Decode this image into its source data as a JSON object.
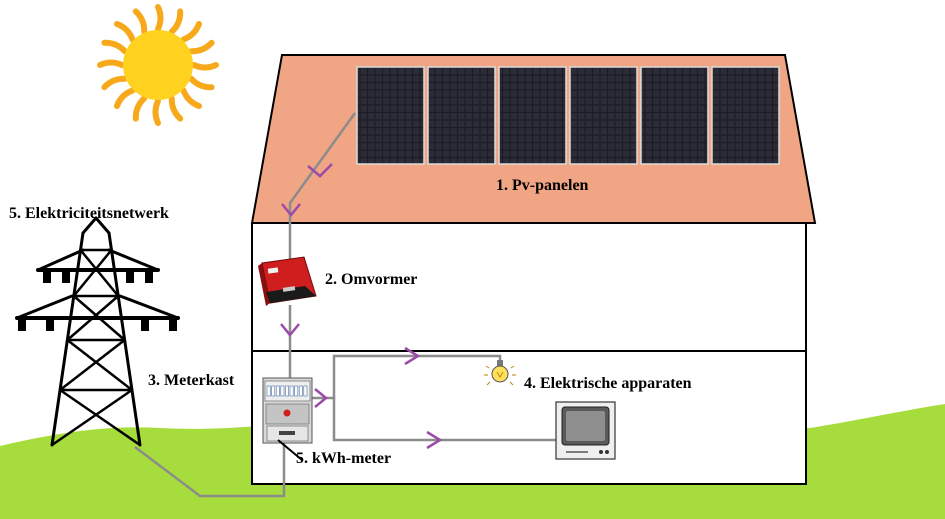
{
  "labels": {
    "pv_panels": "1. Pv-panelen",
    "inverter": "2. Omvormer",
    "meter_box": "3. Meterkast",
    "appliances": "4. Elektrische apparaten",
    "kwh_meter": "5. kWh-meter",
    "grid": "5. Elektriciteitsnetwerk"
  },
  "colors": {
    "sky": "#ffffff",
    "grass": "#a6dd3c",
    "roof": "#f0a585",
    "wall": "#ffffff",
    "outline": "#000000",
    "cable": "#8c8c8c",
    "arrow": "#9b4ba8",
    "sun": "#ffd21f",
    "sun_rays": "#f7a91b",
    "panel": "#1c1c24",
    "inverter": "#d01d1d",
    "bulb": "#ffe05a"
  },
  "icons": [
    "sun-icon",
    "solar-panel-icon",
    "inverter-icon",
    "meter-box-icon",
    "light-bulb-icon",
    "television-icon",
    "power-pylon-icon"
  ]
}
